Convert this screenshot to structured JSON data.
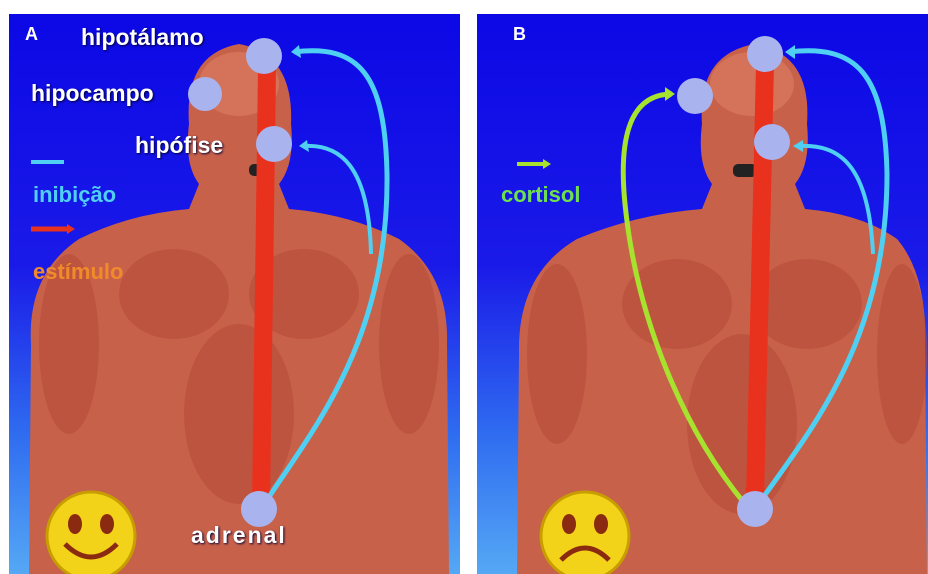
{
  "panels": [
    {
      "letter": "A",
      "labels": {
        "hypothalamus": "hipotálamo",
        "hippocampus": "hipocampo",
        "pituitary": "hipófise",
        "adrenal": "adrenal"
      },
      "legend": [
        {
          "label": "inibição",
          "color": "#4fd0f2"
        },
        {
          "label": "estímulo",
          "color": "#e8321e"
        }
      ],
      "face": "smiling-face-icon"
    },
    {
      "letter": "B",
      "legend": [
        {
          "label": "cortisol",
          "color": "#a6e22e"
        }
      ],
      "face": "sad-face-icon"
    }
  ],
  "colors": {
    "background": "#0c08e6",
    "skin": "#c8614a",
    "node": "#a9b4ee",
    "inhibition": "#4fd0f2",
    "stimulus": "#e8321e",
    "cortisol": "#a6e22e"
  }
}
